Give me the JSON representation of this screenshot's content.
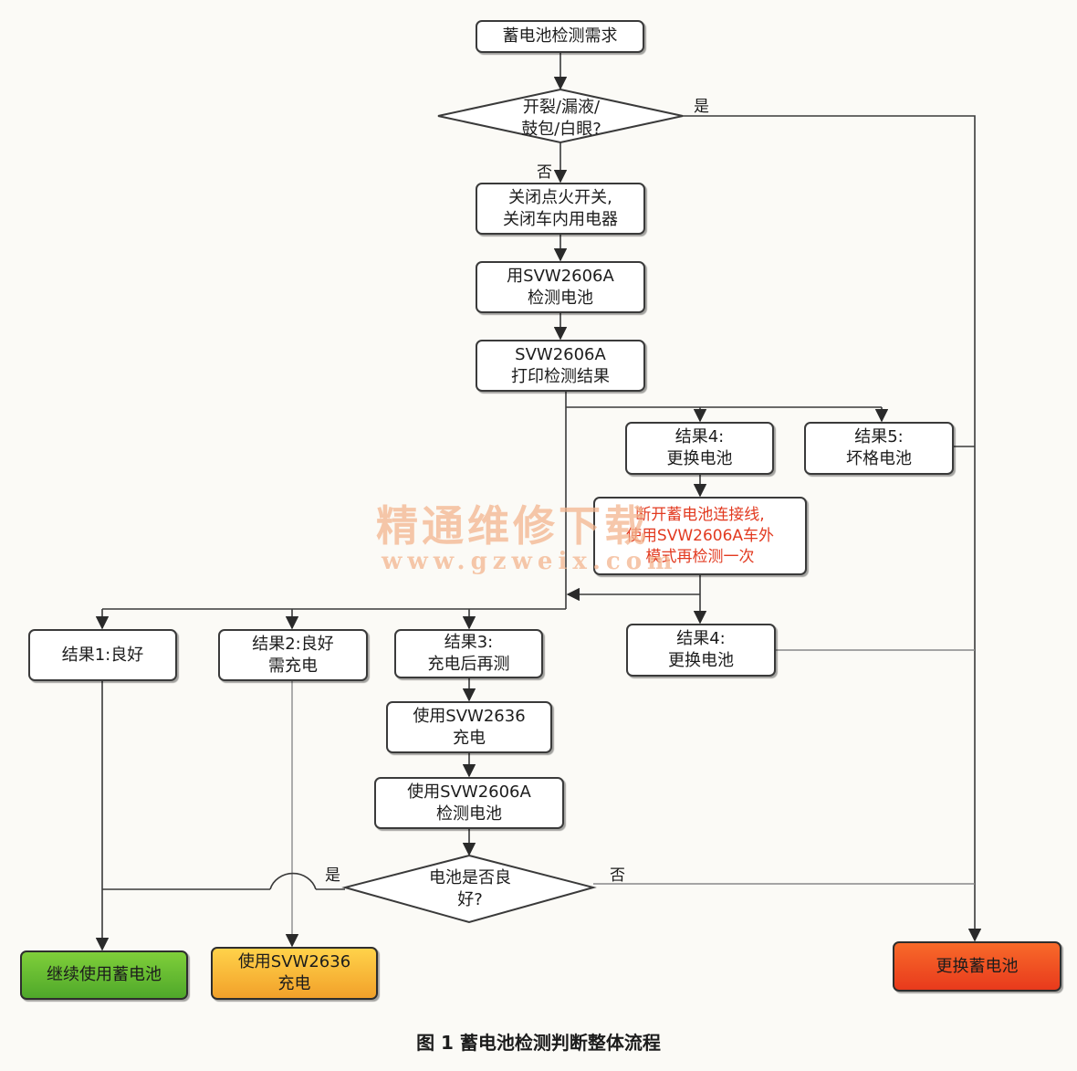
{
  "diagram": {
    "start": "蓄电池检测需求",
    "decision1": "开裂/漏液/\n鼓包/白眼?",
    "yes1": "是",
    "no1": "否",
    "step1": "关闭点火开关,\n关闭车内用电器",
    "step2": "用SVW2606A\n检测电池",
    "step3": "SVW2606A\n打印检测结果",
    "result4a": "结果4:\n更换电池",
    "result5": "结果5:\n坏格电池",
    "disconnect": "断开蓄电池连接线,\n使用SVW2606A车外\n模式再检测一次",
    "result1": "结果1:良好",
    "result2": "结果2:良好\n需充电",
    "result3": "结果3:\n充电后再测",
    "result4b": "结果4:\n更换电池",
    "charge1": "使用SVW2636\n充电",
    "retest": "使用SVW2606A\n检测电池",
    "decision2": "电池是否良\n好?",
    "yes2": "是",
    "no2": "否",
    "end_continue": "继续使用蓄电池",
    "end_charge": "使用SVW2636\n充电",
    "end_replace": "更换蓄电池"
  },
  "watermark": {
    "line1": "精通维修下载",
    "line2": "www.gzweix.com"
  },
  "caption": "图 1 蓄电池检测判断整体流程",
  "colors": {
    "green": "#5cb82e",
    "orange": "#f6b432",
    "red": "#ee4a22",
    "red_text": "#e23a20"
  }
}
